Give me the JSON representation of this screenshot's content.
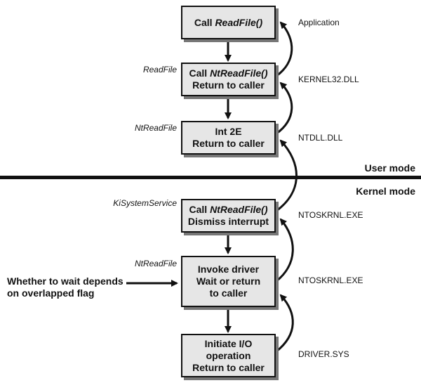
{
  "boxes": [
    {
      "id": "app",
      "lines": [
        {
          "pre": "Call ",
          "em": "ReadFile()",
          "post": ""
        }
      ]
    },
    {
      "id": "kernel32",
      "lines": [
        {
          "pre": "Call ",
          "em": "NtReadFile()",
          "post": ""
        },
        {
          "pre": "Return to caller",
          "em": "",
          "post": ""
        }
      ]
    },
    {
      "id": "ntdll",
      "lines": [
        {
          "pre": "Int 2E",
          "em": "",
          "post": ""
        },
        {
          "pre": "Return to caller",
          "em": "",
          "post": ""
        }
      ]
    },
    {
      "id": "ntoskrnl1",
      "lines": [
        {
          "pre": "Call ",
          "em": "NtReadFile()",
          "post": ""
        },
        {
          "pre": "Dismiss interrupt",
          "em": "",
          "post": ""
        }
      ]
    },
    {
      "id": "ntoskrnl2",
      "lines": [
        {
          "pre": "Invoke driver",
          "em": "",
          "post": ""
        },
        {
          "pre": "Wait or return",
          "em": "",
          "post": ""
        },
        {
          "pre": "to caller",
          "em": "",
          "post": ""
        }
      ]
    },
    {
      "id": "driver",
      "lines": [
        {
          "pre": "Initiate I/O",
          "em": "",
          "post": ""
        },
        {
          "pre": "operation",
          "em": "",
          "post": ""
        },
        {
          "pre": "Return to caller",
          "em": "",
          "post": ""
        }
      ]
    }
  ],
  "function_labels": {
    "kernel32": "ReadFile",
    "ntdll": "NtReadFile",
    "ntoskrnl1": "KiSystemService",
    "ntoskrnl2": "NtReadFile"
  },
  "module_labels": {
    "app": "Application",
    "kernel32": "KERNEL32.DLL",
    "ntdll": "NTDLL.DLL",
    "ntoskrnl1": "NTOSKRNL.EXE",
    "ntoskrnl2": "NTOSKRNL.EXE",
    "driver": "DRIVER.SYS"
  },
  "modes": {
    "user": "User mode",
    "kernel": "Kernel mode"
  },
  "note": [
    "Whether to wait depends",
    "on overlapped flag"
  ]
}
